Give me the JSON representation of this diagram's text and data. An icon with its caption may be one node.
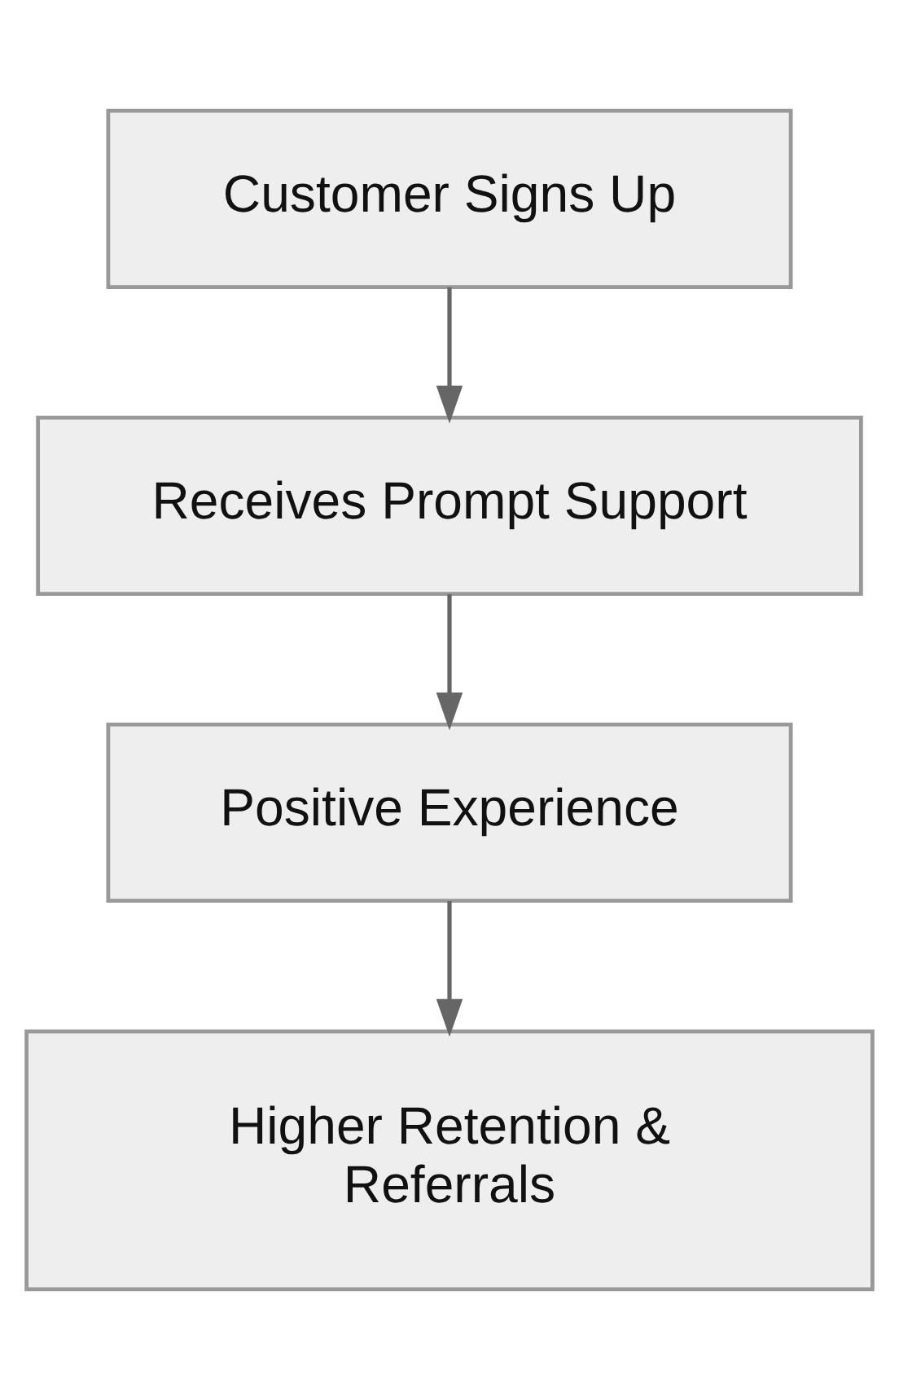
{
  "diagram": {
    "nodes": [
      {
        "text": [
          "Customer Signs Up"
        ]
      },
      {
        "text": [
          "Receives Prompt Support"
        ]
      },
      {
        "text": [
          "Positive Experience"
        ]
      },
      {
        "text": [
          "Higher Retention & Referrals"
        ]
      }
    ],
    "edges": [
      {
        "from": 0,
        "to": 1,
        "arrow": "to"
      },
      {
        "from": 1,
        "to": 2,
        "arrow": "to"
      },
      {
        "from": 2,
        "to": 3,
        "arrow": "to"
      }
    ]
  }
}
